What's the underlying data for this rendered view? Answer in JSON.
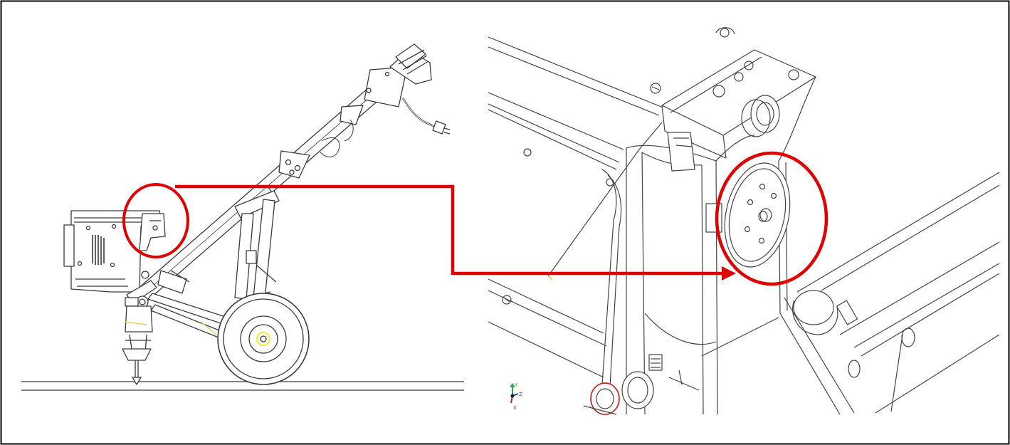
{
  "figure": {
    "border_color": "#000000",
    "callout_color": "#e00000",
    "line_color": "#3a3a3a",
    "highlight_color": "#f2ea3a"
  },
  "left_view": {
    "subject": "machine-side-elevation",
    "callout": "mount-area-circle"
  },
  "right_view": {
    "subject": "mount-plate-detail",
    "callout": "mount-plate-circle"
  },
  "axis_triad": {
    "y_label": "Y",
    "z_label": "Z",
    "x_label": "X",
    "y_color": "#2fa84f",
    "z_color": "#1f4fd8",
    "x_color": "#d62020"
  }
}
